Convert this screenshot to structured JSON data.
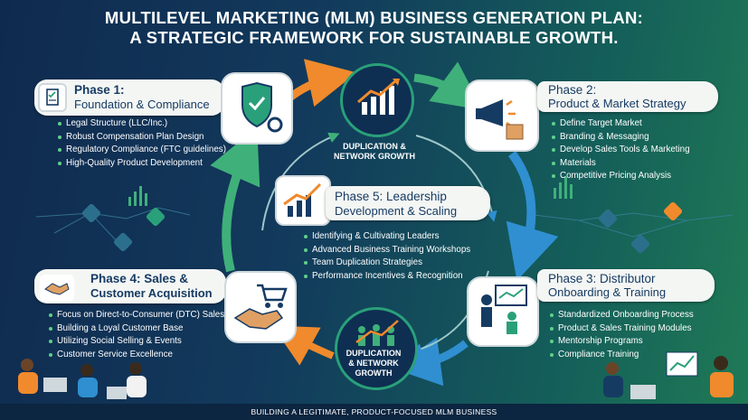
{
  "title_line1": "MULTILEVEL MARKETING (MLM) BUSINESS GENERATION PLAN:",
  "title_line2": "A STRATEGIC FRAMEWORK FOR SUSTAINABLE GROWTH.",
  "phases": [
    {
      "id": 1,
      "title": "Phase 1:",
      "subtitle": "Foundation & Compliance",
      "items": [
        "Legal Structure (LLC/Inc.)",
        "Robust Compensation Plan Design",
        "Regulatory Compliance (FTC guidelines)",
        "High-Quality Product Development"
      ]
    },
    {
      "id": 2,
      "title": "Phase 2:",
      "subtitle": "Product & Market Strategy",
      "items": [
        "Define Target Market",
        "Branding & Messaging",
        "Develop Sales Tools & Marketing",
        "Materials",
        "Competitive Pricing Analysis"
      ]
    },
    {
      "id": 3,
      "title": "Phase 3: Distributor",
      "subtitle": "Onboarding & Training",
      "items": [
        "Standardized Onboarding Process",
        "Product & Sales Training Modules",
        "Mentorship Programs",
        "Compliance Training"
      ]
    },
    {
      "id": 4,
      "title": "Phase 4: Sales &",
      "subtitle": "Customer Acquisition",
      "items": [
        "Focus on Direct-to-Consumer (DTC) Sales",
        "Building a Loyal Customer Base",
        "Utilizing Social Selling & Events",
        "Customer Service Excellence"
      ]
    },
    {
      "id": 5,
      "title": "Phase 5: Leadership",
      "subtitle": "Development & Scaling",
      "items": [
        "Identifying & Cultivating Leaders",
        "Advanced Business Training Workshops",
        "Team Duplication Strategies",
        "Performance Incentives & Recognition"
      ]
    }
  ],
  "hub_top": {
    "line1": "DUPLICATION &",
    "line2": "NETWORK GROWTH"
  },
  "hub_bottom": {
    "line1": "DUPLICATION",
    "line2": "& NETWORK",
    "line3": "GROWTH"
  },
  "footer": "BUILDING A LEGITIMATE, PRODUCT-FOCUSED MLM BUSINESS",
  "colors": {
    "navy": "#0f2a4f",
    "green": "#2aa07a",
    "orange": "#f08a2c",
    "blue_arrow": "#2f8fd0"
  }
}
